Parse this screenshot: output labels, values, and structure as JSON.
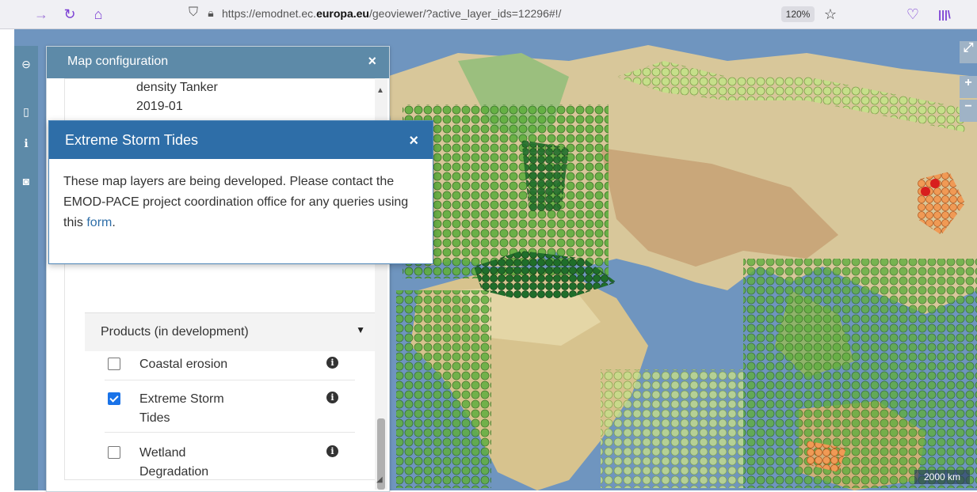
{
  "browser": {
    "url_prefix": "https://emodnet.ec.",
    "url_domain": "europa.eu",
    "url_suffix": "/geoviewer/?active_layer_ids=12296#!/",
    "zoom": "120%"
  },
  "config_panel": {
    "title": "Map configuration",
    "layer_line1": "density Tanker",
    "layer_line2": "2019-01",
    "section_label": "Products (in development)",
    "items": [
      {
        "label_line1": "Coastal erosion",
        "label_line2": "",
        "checked": false
      },
      {
        "label_line1": "Extreme Storm",
        "label_line2": "Tides",
        "checked": true
      },
      {
        "label_line1": "Wetland",
        "label_line2": "Degradation",
        "checked": false
      }
    ]
  },
  "popup": {
    "title": "Extreme Storm Tides",
    "body": "These map layers are being developed. Please contact the EMOD-PACE project coordination office for any queries using this ",
    "link": "form",
    "after_link": "."
  },
  "map": {
    "scale": "2000 km"
  },
  "icons": {
    "back": "arrow-left-icon",
    "forward": "arrow-right-icon",
    "reload": "reload-icon",
    "home": "home-icon",
    "shield": "shield-icon",
    "lock": "lock-icon",
    "star": "star-icon",
    "pocket": "pocket-icon",
    "library": "library-icon"
  },
  "colors": {
    "panel_header": "#5d8aa8",
    "popup_header": "#2e6ea8",
    "checkbox": "#1a73e8"
  }
}
